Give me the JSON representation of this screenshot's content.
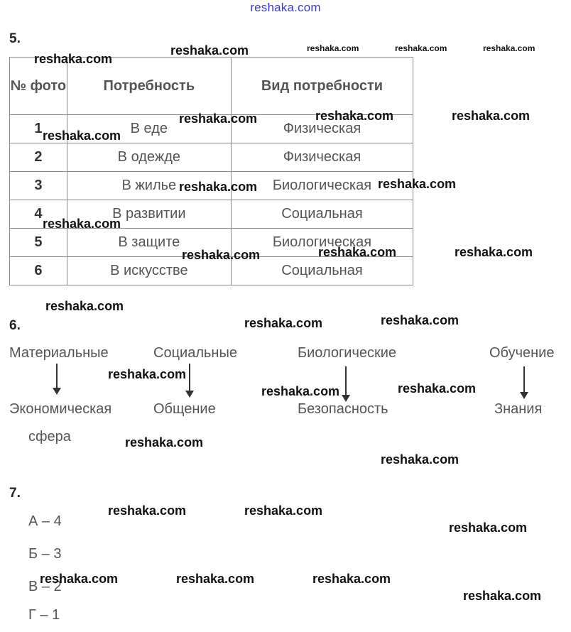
{
  "site": "reshaka.com",
  "task5": {
    "number": "5.",
    "headers": [
      "№ фото",
      "Потребность",
      "Вид потребности"
    ],
    "rows": [
      {
        "id": "1",
        "need": "В еде",
        "type": "Физическая"
      },
      {
        "id": "2",
        "need": "В одежде",
        "type": "Физическая"
      },
      {
        "id": "3",
        "need": "В жилье",
        "type": "Биологическая"
      },
      {
        "id": "4",
        "need": "В развитии",
        "type": "Социальная"
      },
      {
        "id": "5",
        "need": "В защите",
        "type": "Биологическая"
      },
      {
        "id": "6",
        "need": "В искусстве",
        "type": "Социальная"
      }
    ]
  },
  "task6": {
    "number": "6.",
    "pairs": [
      {
        "top": "Материальные",
        "bottom": "Экономическая",
        "bottom2": "сфера"
      },
      {
        "top": "Социальные",
        "bottom": "Общение"
      },
      {
        "top": "Биологические",
        "bottom": "Безопасность"
      },
      {
        "top": "Обучение",
        "bottom": "Знания"
      }
    ]
  },
  "task7": {
    "number": "7.",
    "answers": [
      "А – 4",
      "Б – 3",
      "В – 2",
      "Г – 1"
    ]
  },
  "watermark": "reshaka.com"
}
